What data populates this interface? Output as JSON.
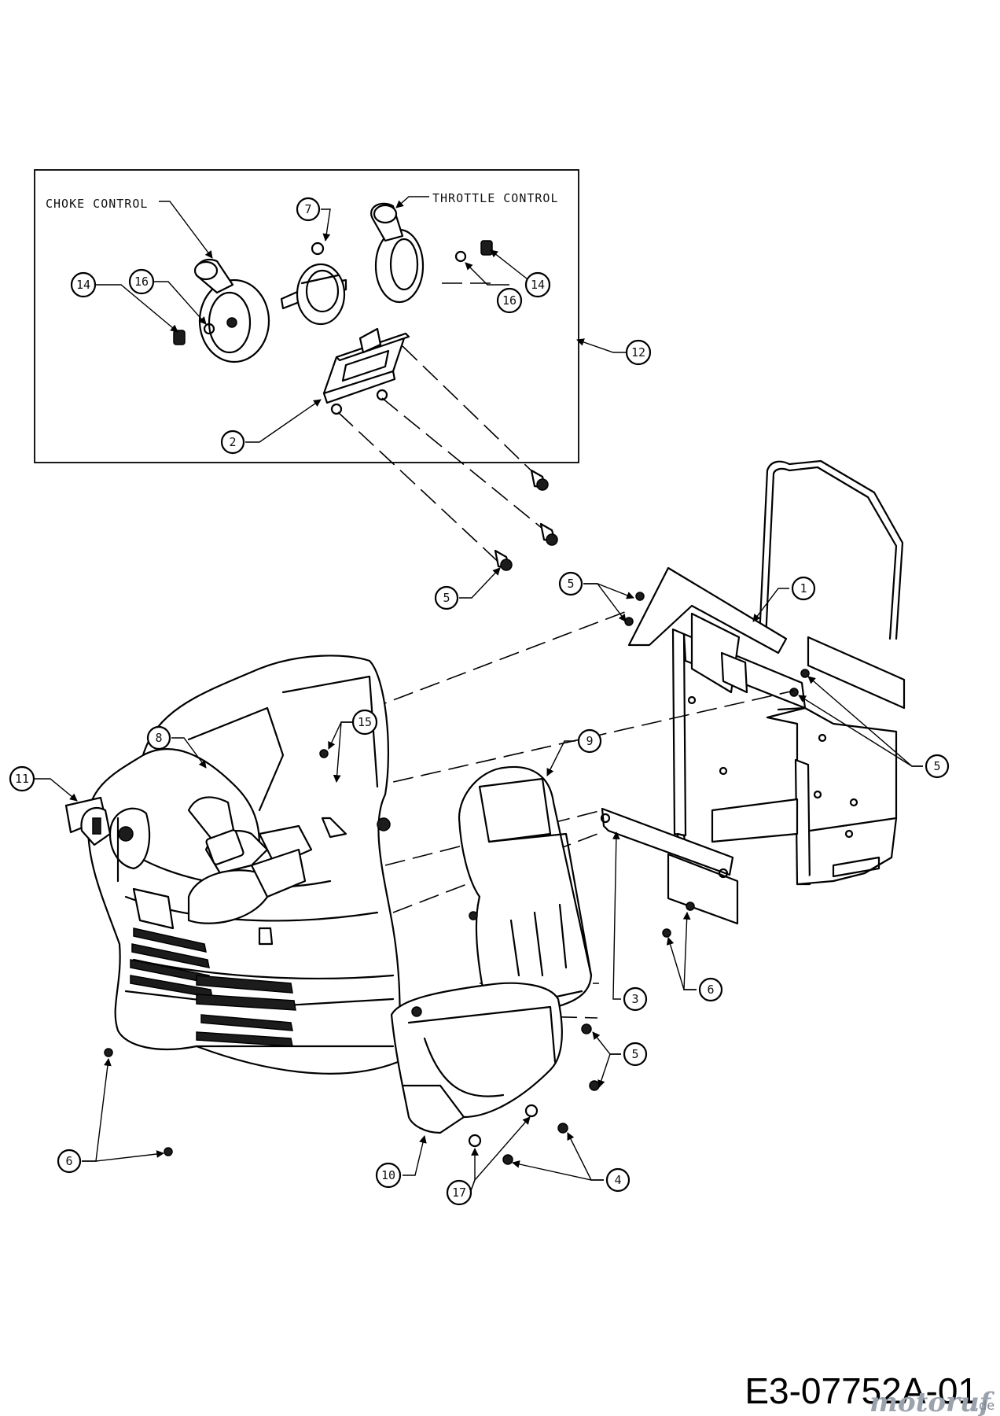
{
  "diagram": {
    "labels": {
      "choke_control": "CHOKE CONTROL",
      "throttle_control": "THROTTLE CONTROL"
    },
    "callouts": {
      "c1": "1",
      "c2": "2",
      "c3": "3",
      "c4": "4",
      "c5": "5",
      "c6": "6",
      "c7": "7",
      "c8": "8",
      "c9": "9",
      "c10": "10",
      "c11": "11",
      "c12": "12",
      "c14": "14",
      "c15": "15",
      "c16": "16",
      "c17": "17"
    },
    "reference_number": "E3-07752A-01",
    "watermark": {
      "brand": "motoruf",
      "tld": ".de"
    }
  }
}
